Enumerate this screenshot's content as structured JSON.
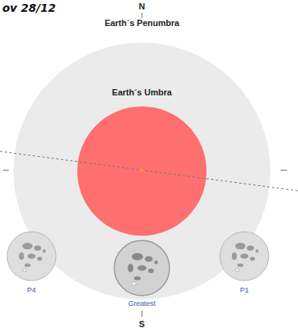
{
  "diagram": {
    "nodes": [
      {
        "text": [
          "Earth´s Penumbra"
        ]
      },
      {
        "text": [
          "Earth´s Umbra"
        ],
        "in": 0
      },
      {
        "text": [
          "P4"
        ]
      },
      {
        "text": [
          "Greatest"
        ]
      },
      {
        "text": [
          "P1"
        ]
      }
    ],
    "labels": [
      "ov 28/12",
      "N",
      "S"
    ]
  }
}
